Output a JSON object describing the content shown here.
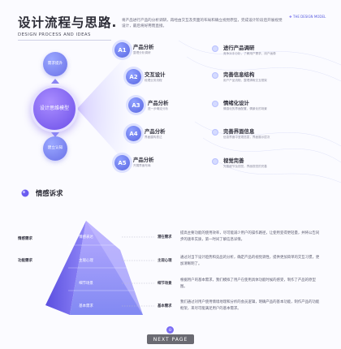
{
  "header": {
    "title": "设计流程与思路.",
    "subtitle": "DESIGN PROCESS AND IDEAS",
    "intro": "将产品进行产品的分析调研，再经由交互及页面的布局和确立视觉原型，完成设计阶段后开展视觉设计，最后将好用而直接。",
    "brand": "THE DESIGN MODEL"
  },
  "hub": {
    "top_label": "需求提升",
    "main_label": "设计思维模型",
    "bottom_label": "建立认知"
  },
  "steps": [
    {
      "badge": "A1",
      "title": "产品分析",
      "sub": "整理分析调研",
      "result_title": "进行产品调研",
      "result_sub": "竞争对手分析，了解用户需求，用户画像"
    },
    {
      "badge": "A2",
      "title": "交互设计",
      "sub": "梳理业务流程",
      "result_title": "完善信息结构",
      "result_sub": "用户产品流程，整理清晰交互框架"
    },
    {
      "badge": "A3",
      "title": "产品分析",
      "sub": "进一步确定分析",
      "result_title": "情绪化设计",
      "result_sub": "情感化的界面配置，情景化的场景"
    },
    {
      "badge": "A4",
      "title": "产品分析",
      "sub": "界面建构表达",
      "result_title": "完善界面信息",
      "result_sub": "信息界面中呈现信息，界面展示层次"
    },
    {
      "badge": "A5",
      "title": "产品分析",
      "sub": "开展界面布局",
      "result_title": "视觉完善",
      "result_sub": "完善细节及视觉，界面视觉的完善"
    }
  ],
  "emotion": {
    "title": "情感诉求",
    "left_labels": [
      "情感需求",
      "功能需求"
    ],
    "tiers": [
      "情感表达",
      "主观心理",
      "细节场景",
      "基本需求"
    ],
    "side_labels": [
      "潜在需求",
      "主观心理",
      "细节场景",
      "基本需求"
    ],
    "paragraphs": [
      "提高主要功能的使用效率，尽可能减少用户的操作路径，让使用变得更轻量，并将公告同步的速率实质，第一时间了解信息详情。",
      "通过对当下设计趋势和竞品的分析，确定产品的视觉调性，提供更加简单的交互习惯，更加清晰明了。",
      "根据用户的基本需求，我们模拟了用户在使用具体功能时候的感受，制作了产品的原型图。",
      "我们通过对用户使用情境地理和分析的会员逻辑，明确产品的基本功能，制作产品的功能框架，来尽可能满足用户的基本需求。"
    ]
  },
  "pager": {
    "icon": "⊙",
    "label": "NEXT PAGE"
  },
  "colors": {
    "accent": "#5a67e2",
    "violet": "#6b4fe8",
    "pager_bg": "#6a6a72"
  }
}
